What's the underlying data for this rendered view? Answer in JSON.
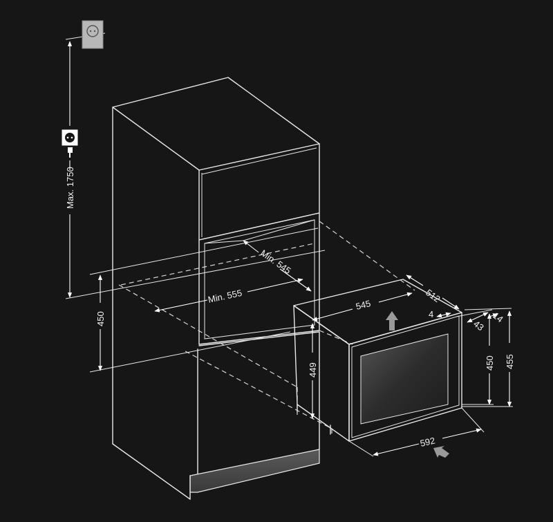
{
  "dimensions": {
    "max_height": "Max. 1750",
    "niche_height": "450",
    "min_width": "Min. 555",
    "min_depth": "Min. 545",
    "depth_545": "545",
    "depth_512": "512",
    "offset_4": "4",
    "offset_43": "43",
    "offset_14": "14",
    "unit_height_449": "449",
    "front_height_450": "450",
    "front_height_455": "455",
    "front_width_592": "592"
  },
  "colors": {
    "background": "#161616",
    "line": "#e9e9e9",
    "glass": "#3c3c3c",
    "arrow": "#9a9a9a"
  },
  "icons": [
    "power-outlet-icon",
    "plug-socket-icon",
    "airflow-arrow-icon"
  ]
}
